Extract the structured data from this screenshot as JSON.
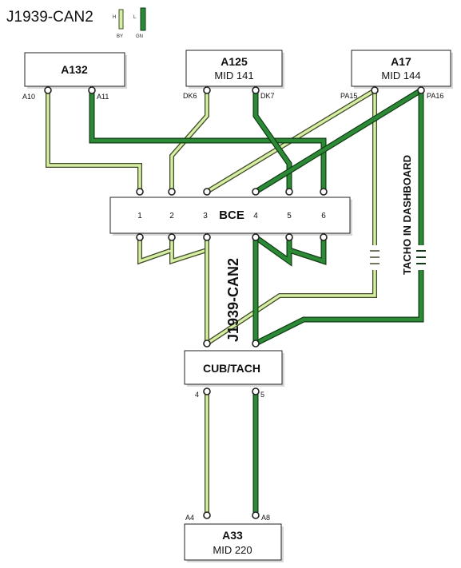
{
  "title": "J1939-CAN2",
  "legend": {
    "high": {
      "code": "H",
      "color_label": "BY",
      "color": "#d7efa2"
    },
    "low": {
      "code": "L",
      "color_label": "GN",
      "color": "#2c8a36"
    }
  },
  "modules": {
    "a132": {
      "name": "A132",
      "sub": ""
    },
    "a125": {
      "name": "A125",
      "sub": "MID 141"
    },
    "a17": {
      "name": "A17",
      "sub": "MID 144"
    },
    "bce": {
      "name": "BCE",
      "pins": [
        "1",
        "2",
        "3",
        "4",
        "5",
        "6"
      ]
    },
    "cub": {
      "name": "CUB/TACH",
      "pins": [
        "4",
        "5"
      ]
    },
    "a33": {
      "name": "A33",
      "sub": "MID 220"
    }
  },
  "pin_labels": {
    "a10": "A10",
    "a11": "A11",
    "dk6": "DK6",
    "dk7": "DK7",
    "pa15": "PA15",
    "pa16": "PA16",
    "a4": "A4",
    "a8": "A8"
  },
  "labels": {
    "bus_vertical": "J1939-CAN2",
    "tacho": "TACHO IN DASHBOARD"
  }
}
